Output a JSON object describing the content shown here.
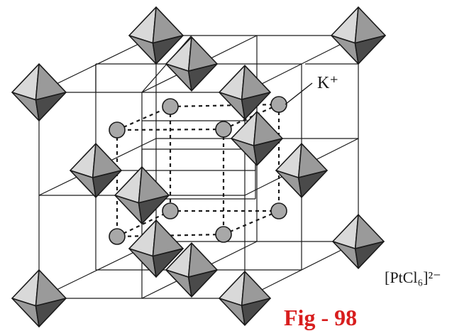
{
  "diagram": {
    "ion_label_k": "K⁺",
    "ion_label_complex": "[PtCl₆]²⁻",
    "figure_label": "Fig - 98",
    "colors": {
      "line": "#1a1a1a",
      "octa_light": "#d9d9d9",
      "octa_mid": "#9a9a9a",
      "octa_dark": "#4a4a4a",
      "sphere": "#a8a8a8",
      "figure_label": "#d81e1e"
    }
  }
}
